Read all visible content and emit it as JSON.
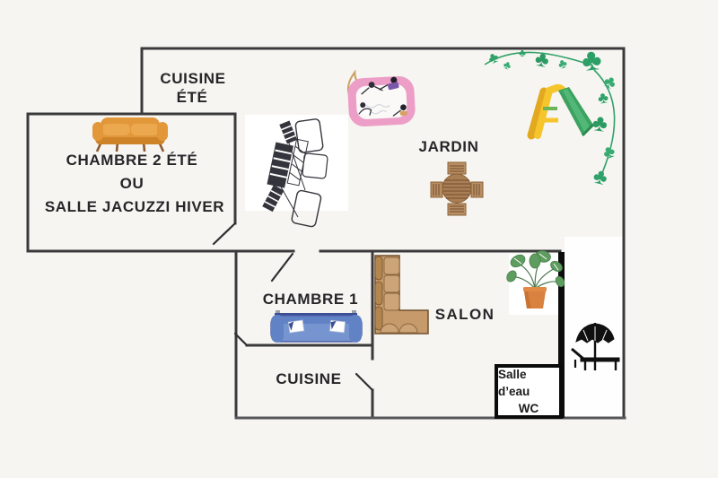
{
  "colors": {
    "background": "#f7f5f1",
    "wall": "#3a3a3c",
    "thick_wall": "#0d0d0d",
    "clover_green": "#2fa169",
    "slide_green": "#3ca261",
    "ladder_yellow": "#f5c52b",
    "hot_tub_pink": "#ec9ec7",
    "sofa_orange": "#e2973a",
    "bed_blue": "#7694cf",
    "sectional_tan": "#c69a6a",
    "pot_orange": "#d9813f"
  },
  "labels": {
    "cuisine_ete_line1": "CUISINE",
    "cuisine_ete_line2": "ÉTÉ",
    "chambre2_line1": "CHAMBRE 2 ÉTÉ",
    "chambre2_line2": "OU",
    "chambre2_line3": "SALLE JACUZZI HIVER",
    "jardin": "JARDIN",
    "chambre1": "CHAMBRE 1",
    "salon": "SALON",
    "cuisine": "CUISINE",
    "salle_eau_line1": "Salle d’eau",
    "salle_eau_line2": "WC"
  },
  "glyphs": {
    "clover": "♣"
  },
  "icons": [
    "sofa-icon",
    "furniture-sketch-icon",
    "hot-tub-icon",
    "slide-icon",
    "clover-vine-icon",
    "garden-table-icon",
    "bed-icon",
    "sectional-sofa-icon",
    "potted-plant-icon",
    "parasol-lounger-icon"
  ]
}
